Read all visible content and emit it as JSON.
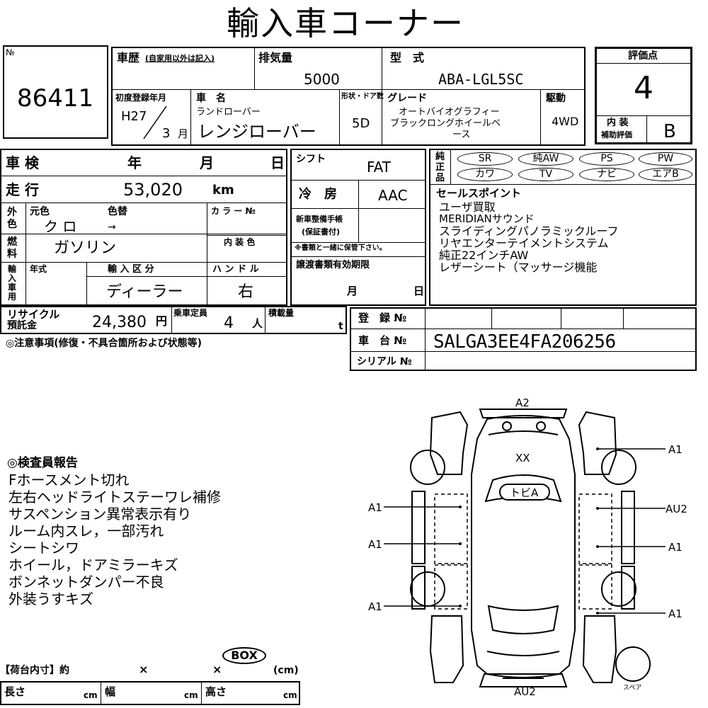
{
  "title": "輸入車コーナー",
  "header": {
    "no_label": "№",
    "no_value": "86411",
    "history_label": "車歴",
    "history_note": "(自家用以外は記入)",
    "displacement_label": "排気量",
    "displacement_value": "5000",
    "model_label": "型　式",
    "model_value": "ABA-LGL5SC",
    "first_reg_label": "初度登録年月",
    "first_reg_era": "H27",
    "first_reg_month": "3",
    "month_unit": "月",
    "car_name_label": "車　名",
    "maker": "ランドローバー",
    "car_name": "レンジローバー",
    "doors_label": "形状・ドア数",
    "doors_value": "5D",
    "grade_label": "グレード",
    "grade_value_1": "オートバイオグラフィー",
    "grade_value_2": "ブラックロングホイールベ",
    "grade_value_3": "ース",
    "drive_label": "駆動",
    "drive_value": "4WD",
    "score_label": "評価点",
    "score_value": "4",
    "interior_label_1": "内 装",
    "interior_label_2": "補助評価",
    "interior_value": "B"
  },
  "inspection": {
    "shaken_label": "車 検",
    "year_label": "年",
    "month_label": "月",
    "day_label": "日",
    "mileage_label": "走 行",
    "mileage_value": "53,020",
    "mileage_unit": "km",
    "color_side_label": "外色",
    "orig_color_label": "元色",
    "color_change_label": "色替",
    "color_no_label": "カ ラ ー №",
    "orig_color_value": "ク ロ",
    "color_change_value": "→",
    "fuel_label": "燃料",
    "fuel_value": "ガソリン",
    "interior_color_label": "内 装 色",
    "import_side_label": "輸入車用",
    "model_year_label": "年式",
    "import_type_label": "輸 入 区 分",
    "import_type_value": "ディーラー",
    "handle_label": "ハ ン ド ル",
    "handle_value": "右",
    "shift_label": "シフト",
    "shift_value": "FAT",
    "ac_label": "冷　房",
    "ac_value": "AAC",
    "maintenance_label_1": "新車整備手帳",
    "maintenance_label_2": "(保証書付)",
    "maintenance_note": "※書類と一緒に保管下さい。",
    "transfer_label": "譲渡書類有効期限",
    "transfer_month": "月",
    "transfer_day": "日",
    "recycle_label_1": "リサイクル",
    "recycle_label_2": "預託金",
    "recycle_value": "24,380",
    "recycle_unit": "円",
    "capacity_label": "乗車定員",
    "capacity_value": "4",
    "capacity_unit": "人",
    "load_label": "積載量",
    "load_unit": "t",
    "caution_label": "◎注意事項(修復・不具合箇所および状態等)"
  },
  "equipment": {
    "side_label": "純正品",
    "items": [
      "SR",
      "純AW",
      "PS",
      "PW",
      "カワ",
      "TV",
      "ナビ",
      "エアB"
    ]
  },
  "sales_points": {
    "title": "セールスポイント",
    "lines": [
      "ユーザ買取",
      "MERIDIANサウンド",
      "スライディングパノラミックルーフ",
      "リヤエンターテイメントシステム",
      "純正22インチAW",
      "レザーシート（マッサージ機能"
    ]
  },
  "registration": {
    "reg_no_label": "登　録 №",
    "chassis_label": "車　台 №",
    "chassis_value": "SALGA3EE4FA206256",
    "serial_label": "シリアル №"
  },
  "report": {
    "title": "◎検査員報告",
    "lines": [
      "Fホースメント切れ",
      "左右ヘッドライトステーワレ補修",
      "サスペンション異常表示有り",
      "ルーム内スレ，一部汚れ",
      "シートシワ",
      "ホイール，ドアミラーキズ",
      "ボンネットダンパー不良",
      "外装うすキズ"
    ]
  },
  "cargo": {
    "box_label": "BOX",
    "title": "【荷台内寸】約",
    "times_1": "×",
    "times_2": "×",
    "cm_unit": "(cm)",
    "length_label": "長さ",
    "width_label": "幅",
    "height_label": "高さ",
    "cm": "cm"
  },
  "diagram": {
    "top": "A2",
    "bottom": "AU2",
    "spare": "スペア",
    "roof": "XX",
    "windshield": "トビA",
    "left_front": "A1",
    "left_mid": "A1",
    "left_rear": "A1",
    "right_front": "A1",
    "right_mid_top": "AU2",
    "right_mid": "A1",
    "right_rear": "A1"
  }
}
